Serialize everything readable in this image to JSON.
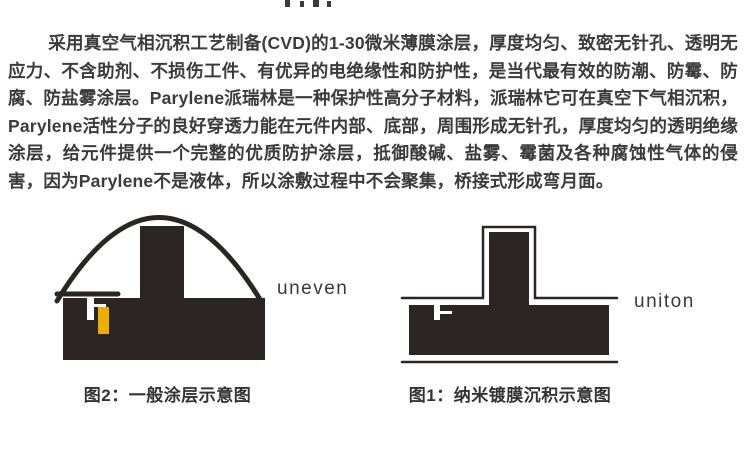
{
  "paragraph": {
    "text": "采用真空气相沉积工艺制备(CVD)的1-30微米薄膜涂层，厚度均匀、致密无针孔、透明无应力、不含助剂、不损伤工件、有优异的电绝缘性和防护性，是当代最有效的防潮、防霉、防腐、防盐雾涂层。Parylene派瑞林是一种保护性高分子材料，派瑞林它可在真空下气相沉积，Parylene活性分子的良好穿透力能在元件内部、底部，周围形成无针孔，厚度均匀的透明绝缘涂层，给元件提供一个完整的优质防护涂层，抵御酸碱、盐雾、霉菌及各种腐蚀性气体的侵害，因为Parylene不是液体，所以涂敷过程中不会聚集，桥接式形成弯月面。"
  },
  "figures": {
    "left": {
      "annotation": "uneven",
      "caption": "图2：一般涂层示意图"
    },
    "right": {
      "annotation": "uniton",
      "caption": "图1：纳米镀膜沉积示意图"
    }
  },
  "colors": {
    "ink": "#2b2523",
    "text": "#3b3b3b",
    "highlight": "#eead00",
    "background": "#ffffff"
  }
}
